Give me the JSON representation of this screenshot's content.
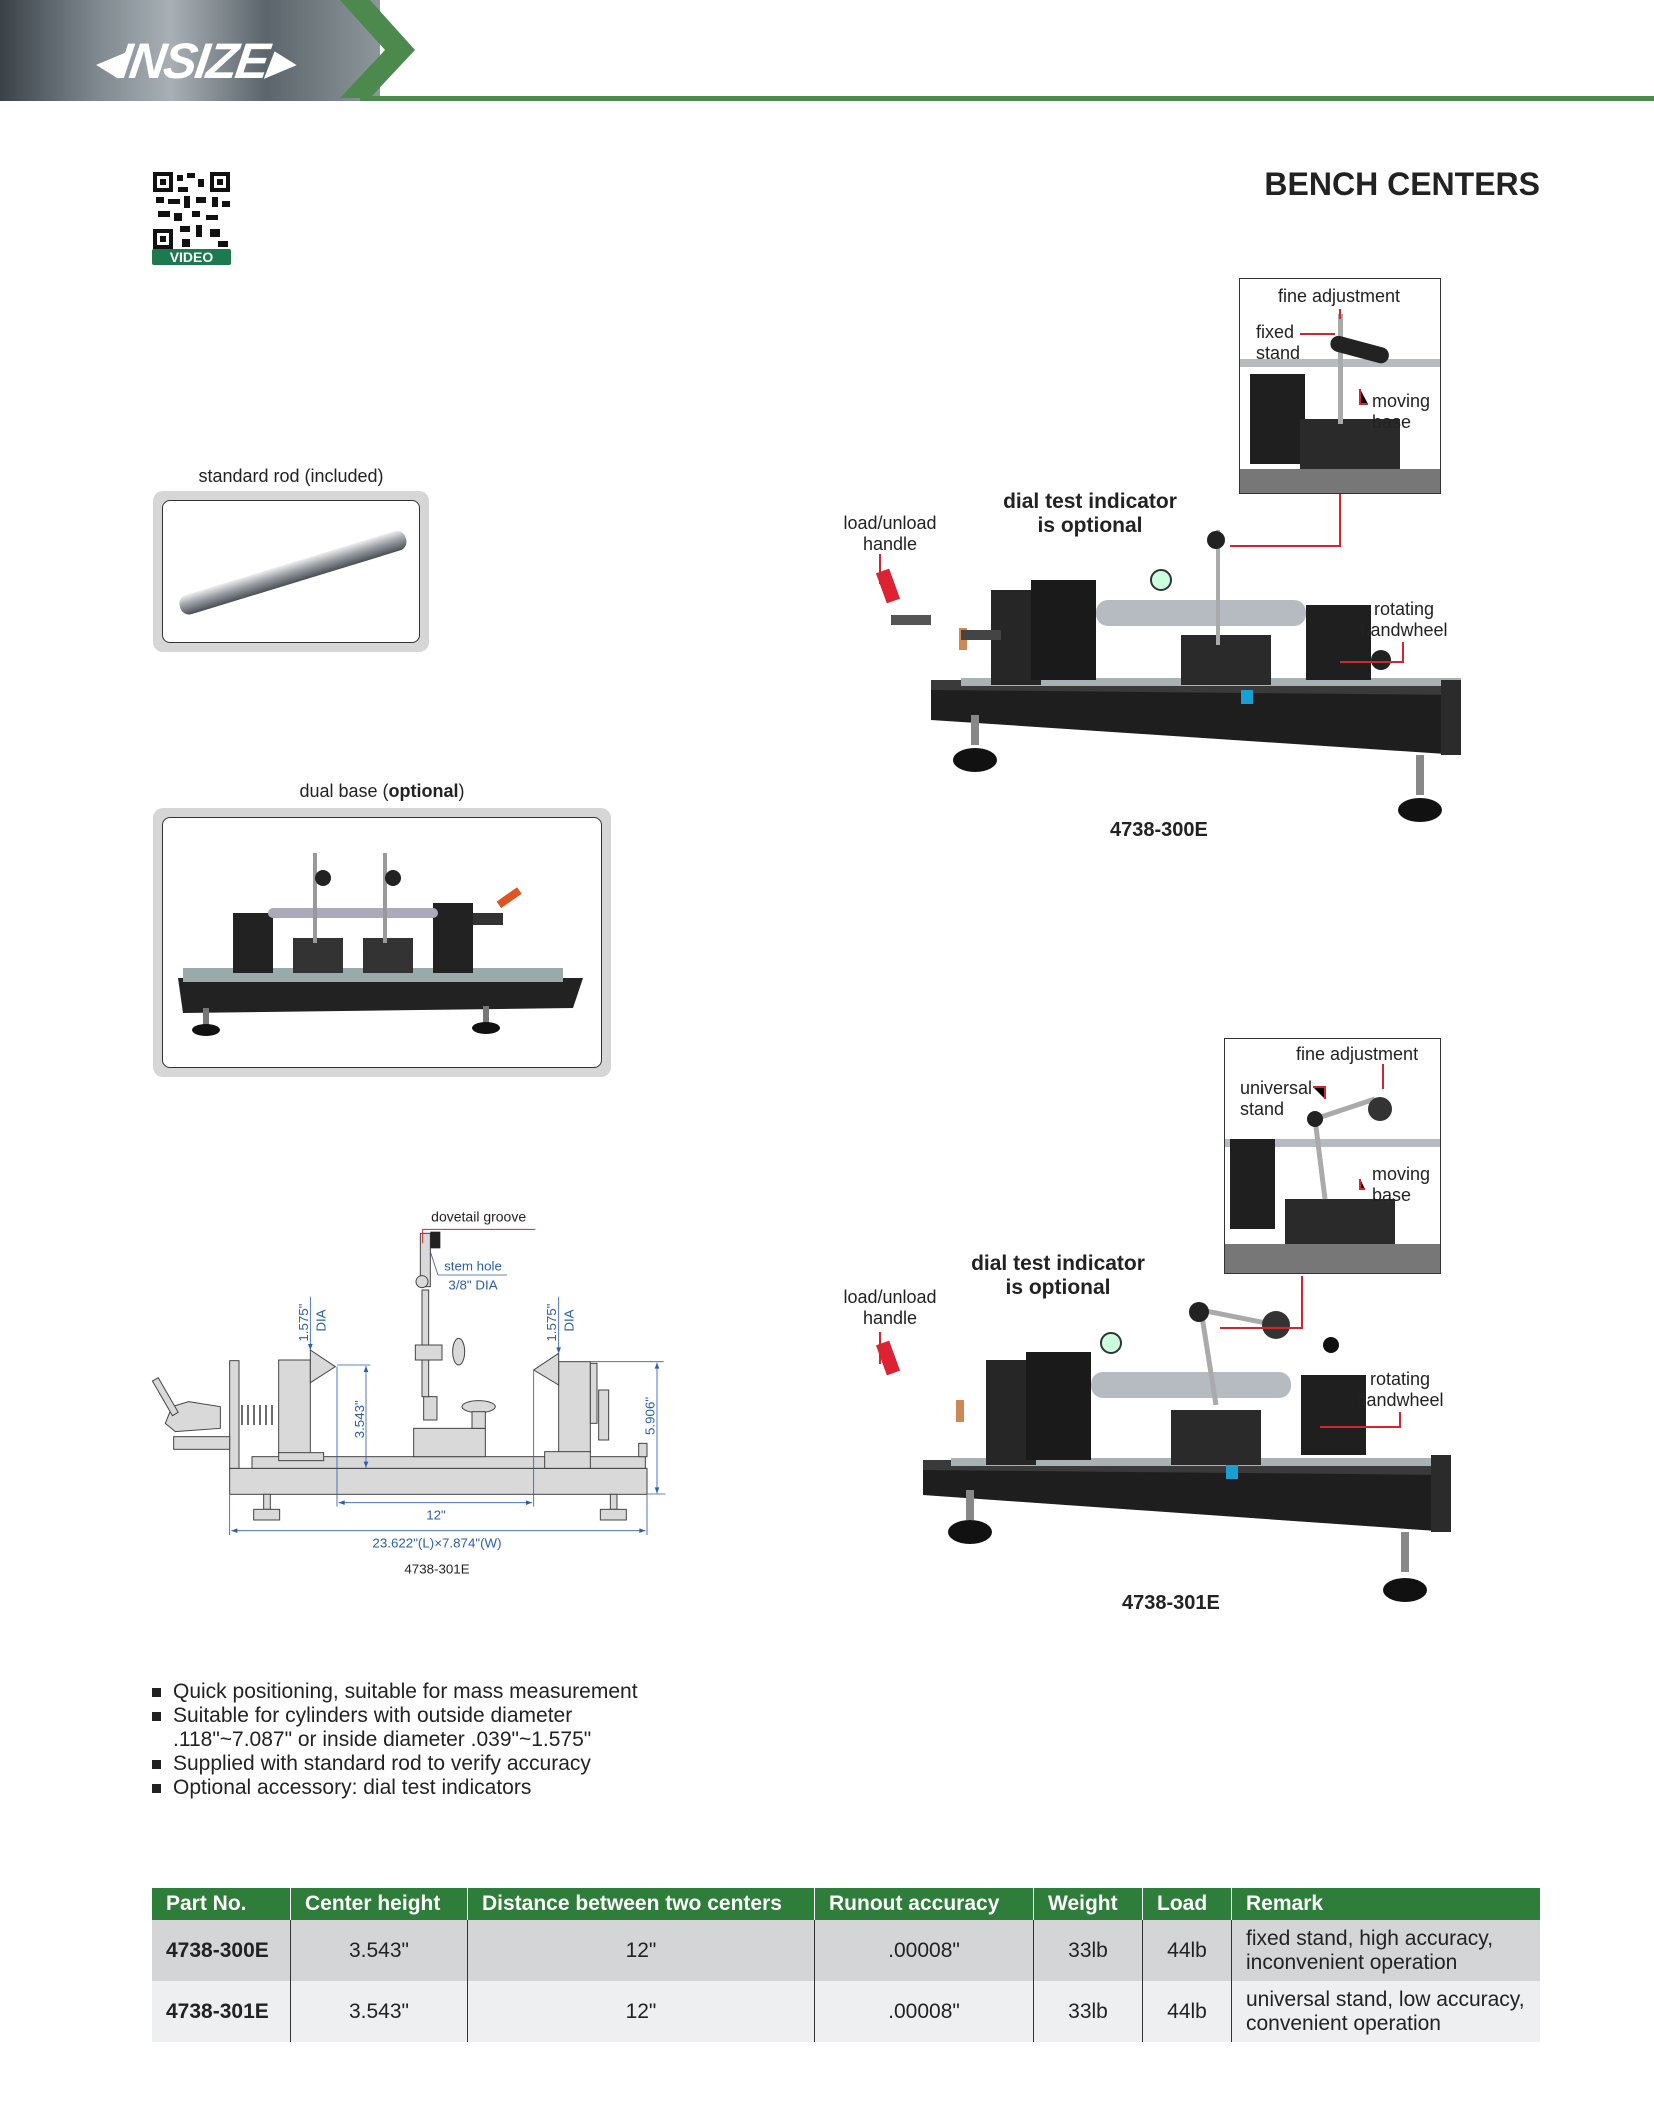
{
  "header": {
    "brand": "INSIZE",
    "title": "BENCH CENTERS",
    "qr_label": "VIDEO"
  },
  "accessories": {
    "rod_caption": "standard rod (included)",
    "dual_base_caption_prefix": "dual base (",
    "dual_base_caption_bold": "optional",
    "dual_base_caption_suffix": ")"
  },
  "product_300": {
    "fine_adjustment": "fine adjustment",
    "stand_line1": "fixed",
    "stand_line2": "stand",
    "moving_line1": "moving",
    "moving_line2": "base",
    "dial_line1": "dial test indicator",
    "dial_line2": "is optional",
    "handle_line1": "load/unload",
    "handle_line2": "handle",
    "wheel_line1": "rotating",
    "wheel_line2": "handwheel",
    "model": "4738-300E"
  },
  "product_301": {
    "fine_adjustment": "fine adjustment",
    "stand_line1": "universal",
    "stand_line2": "stand",
    "moving_line1": "moving",
    "moving_line2": "base",
    "dial_line1": "dial test indicator",
    "dial_line2": "is optional",
    "handle_line1": "load/unload",
    "handle_line2": "handle",
    "wheel_line1": "rotating",
    "wheel_line2": "handwheel",
    "model": "4738-301E"
  },
  "diagram": {
    "dovetail": "dovetail groove",
    "stem_hole": "stem hole",
    "stem_dia": "3/8\" DIA",
    "center_dia_1": "1.575\"",
    "center_dia_1b": "DIA",
    "center_dia_2": "1.575\"",
    "center_dia_2b": "DIA",
    "center_height": "3.543\"",
    "total_height": "5.906\"",
    "distance": "12\"",
    "overall": "23.622\"(L)×7.874\"(W)",
    "model": "4738-301E"
  },
  "features": [
    "Quick positioning, suitable for mass measurement",
    "Suitable for cylinders with outside diameter",
    ".118\"~7.087\" or inside diameter .039\"~1.575\"",
    "Supplied with standard rod to verify accuracy",
    "Optional accessory: dial test indicators"
  ],
  "table": {
    "headers": [
      "Part No.",
      "Center height",
      "Distance between two centers",
      "Runout accuracy",
      "Weight",
      "Load",
      "Remark"
    ],
    "rows": [
      [
        "4738-300E",
        "3.543\"",
        "12\"",
        ".00008\"",
        "33lb",
        "44lb",
        "fixed stand, high accuracy,",
        "inconvenient operation"
      ],
      [
        "4738-301E",
        "3.543\"",
        "12\"",
        ".00008\"",
        "33lb",
        "44lb",
        "universal stand, low accuracy,",
        "convenient operation"
      ]
    ]
  },
  "colors": {
    "brand_green": "#2f7d3a",
    "dimension_blue": "#2b5fa8",
    "callout_red": "#d0262e"
  }
}
